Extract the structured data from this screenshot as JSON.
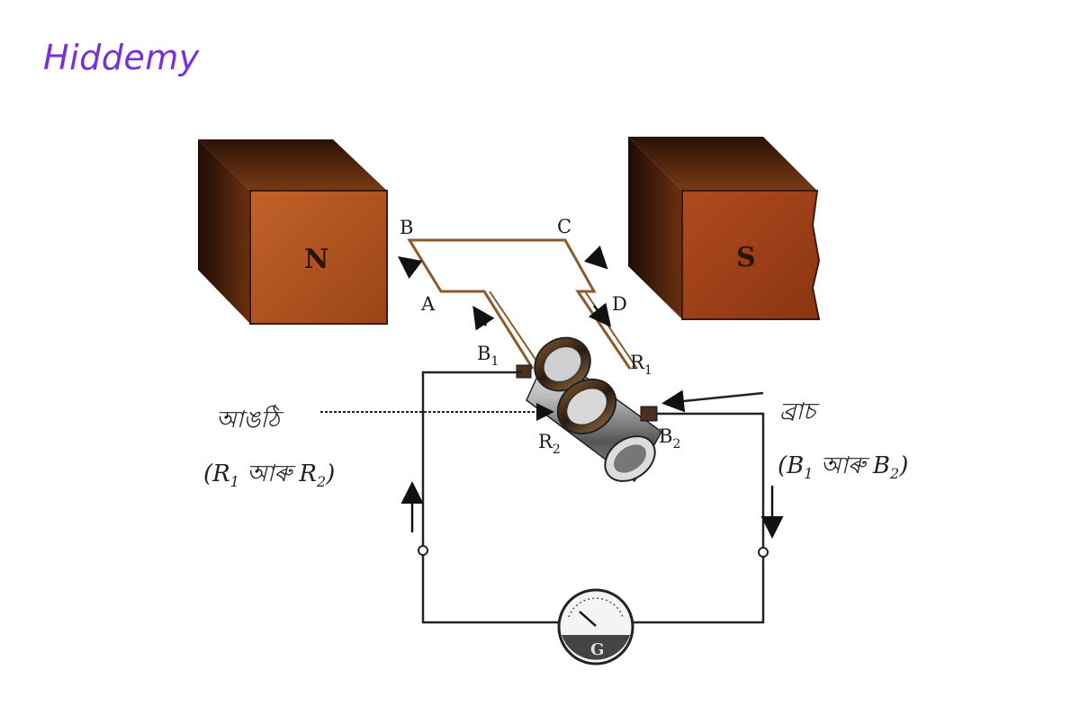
{
  "watermark": "Hiddemy",
  "magnets": {
    "north": "N",
    "south": "S"
  },
  "coil_labels": {
    "a": "A",
    "b": "B",
    "c": "C",
    "d": "D"
  },
  "ring_labels": {
    "r1": "R",
    "r1_sub": "1",
    "r2": "R",
    "r2_sub": "2"
  },
  "brush_labels": {
    "b1": "B",
    "b1_sub": "1",
    "b2": "B",
    "b2_sub": "2"
  },
  "rings_annotation": {
    "title": "আঙঠি",
    "paren_open": "(",
    "r": "R",
    "sub1": "1",
    "and": " আৰু ",
    "sub2": "2",
    "paren_close": ")"
  },
  "brushes_annotation": {
    "title": "ব্ৰাচ",
    "paren_open": "(",
    "b": "B",
    "sub1": "1",
    "and": " আৰু ",
    "sub2": "2",
    "paren_close": ")"
  },
  "galvanometer_label": "G",
  "colors": {
    "magnet_face": "#b4561f",
    "magnet_dark": "#3a1a0a",
    "wire": "#8a5a2b",
    "watermark": "#7b2fd6"
  }
}
